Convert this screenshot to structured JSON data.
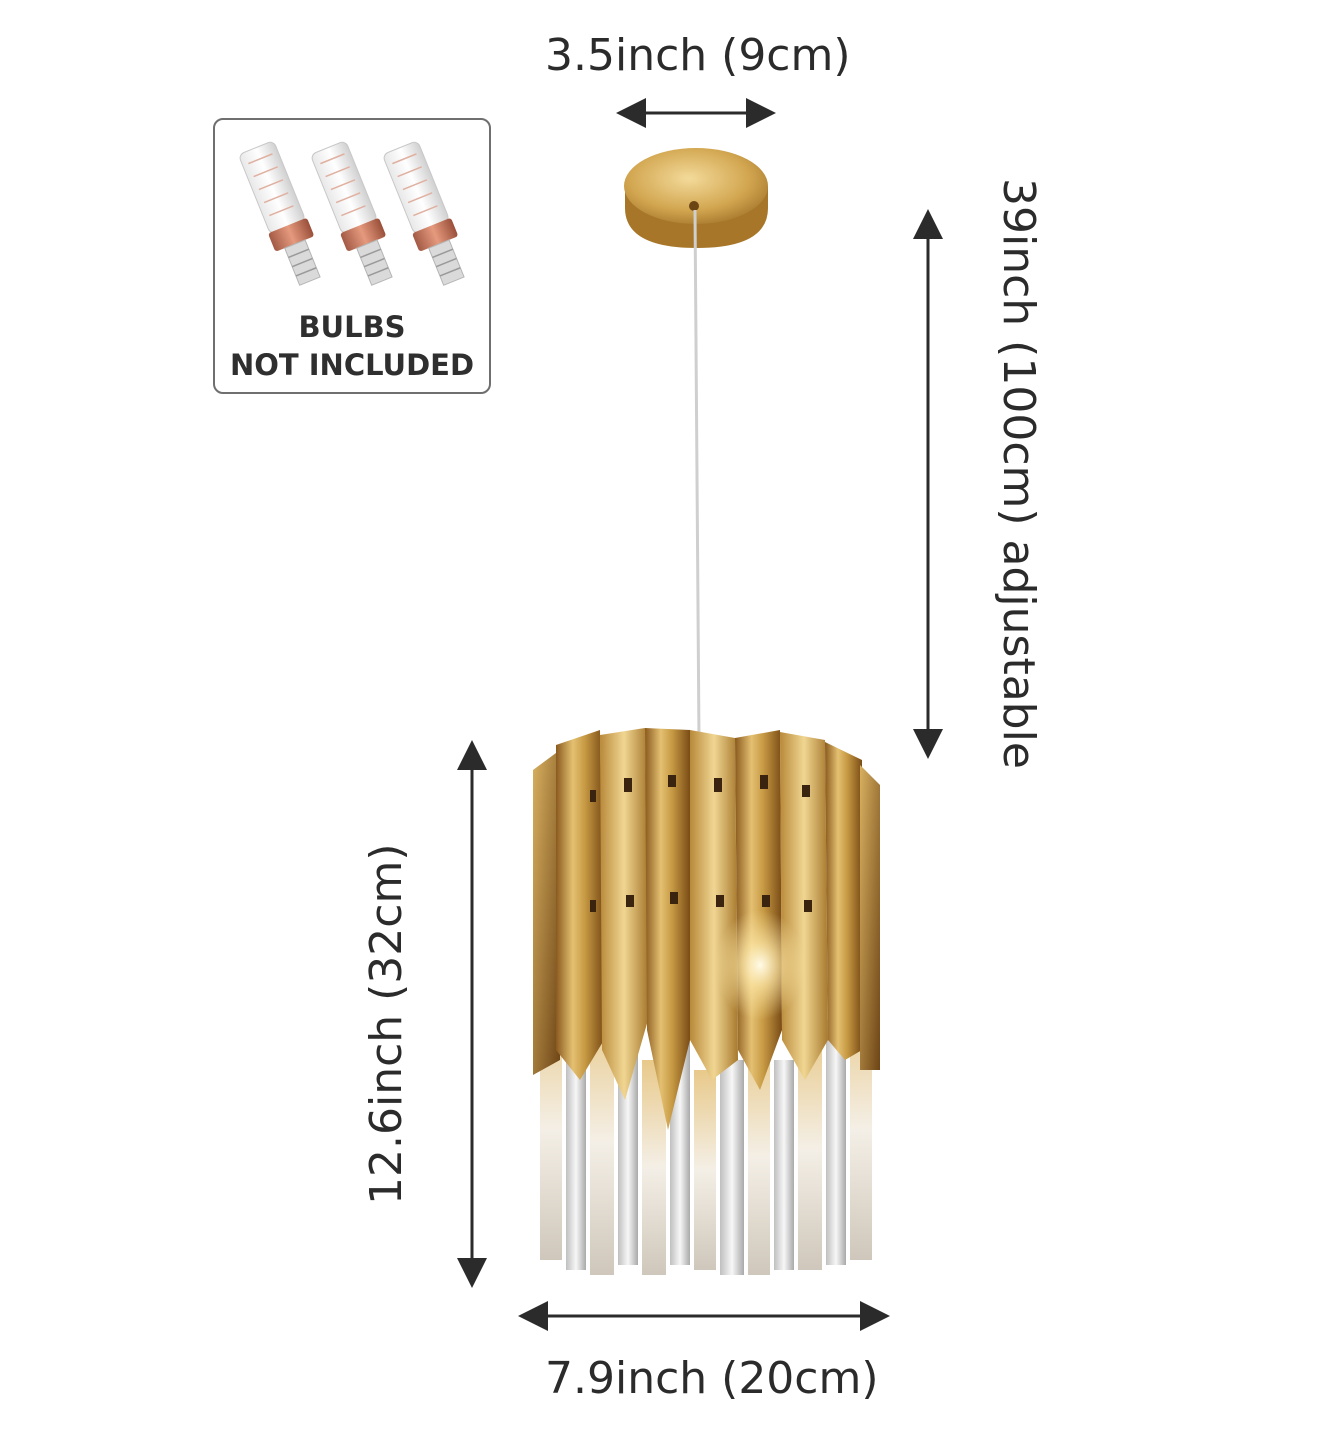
{
  "dimensions": {
    "top_width": "3.5inch (9cm)",
    "cable_length": "39inch (100cm) adjustable",
    "body_height": "12.6inch (32cm)",
    "body_width": "7.9inch (20cm)"
  },
  "notice": {
    "line1": "BULBS",
    "line2": "NOT INCLUDED"
  },
  "colors": {
    "gold": "#c9a24a",
    "crystal": "#e6e6e6",
    "text": "#2b2b2b"
  },
  "icons": {
    "bulb": "led-corn-bulb-icon",
    "arrow": "dimension-arrow"
  }
}
